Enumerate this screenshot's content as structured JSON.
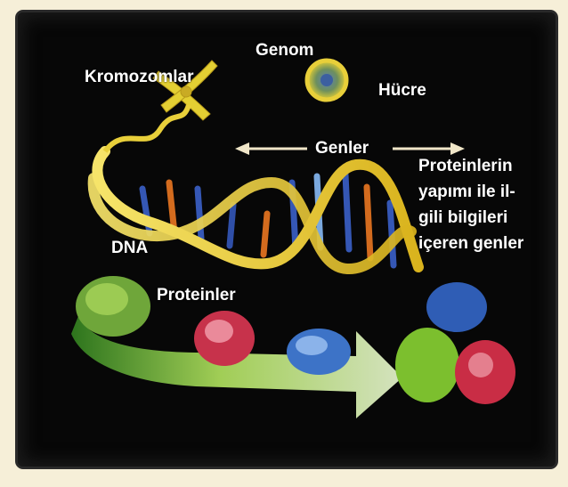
{
  "labels": {
    "genom": "Genom",
    "kromozomlar": "Kromozomlar",
    "hucre": "Hücre",
    "genler": "Genler",
    "dna": "DNA",
    "proteinler": "Proteinler"
  },
  "genes_note": [
    "Proteinlerin",
    "yapımı ile il-",
    "gili bilgileri",
    "içeren genler"
  ],
  "colors": {
    "background": "#070707",
    "frame": "#f6efd8",
    "label": "#ffffff",
    "helix": "#e8cf3a",
    "arrow": "#f0e6c8"
  },
  "icons": [
    "chromosome-icon",
    "cell-icon",
    "dna-helix-icon",
    "protein-molecule-icon",
    "flow-arrow-icon"
  ]
}
